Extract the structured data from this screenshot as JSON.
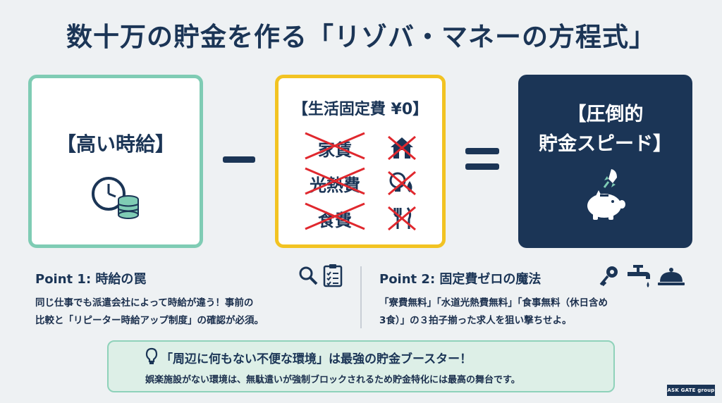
{
  "title": "数十万の貯金を作る「リゾバ・マネーの方程式」",
  "boxes": {
    "wage": "【高い時給】",
    "fixed": "【生活固定費 ¥0】",
    "speed_line1": "【圧倒的",
    "speed_line2": "貯金スピード】"
  },
  "fixed_costs": [
    {
      "label": "家賃",
      "icon": "house-icon"
    },
    {
      "label": "光熱費",
      "icon": "bulb-drop-icon"
    },
    {
      "label": "食費",
      "icon": "fork-knife-icon"
    }
  ],
  "point1": {
    "title": "Point 1: 時給の罠",
    "line1": "同じ仕事でも派遣会社によって時給が違う！事前の",
    "line2": "比較と「リピーター時給アップ制度」の確認が必須。"
  },
  "point2": {
    "title": "Point 2: 固定費ゼロの魔法",
    "line1": "「寮費無料」「水道光熱費無料」「食事無料（休日含め",
    "line2": "3食）」の３拍子揃った求人を狙い撃ちせよ。"
  },
  "tip": {
    "headline": "「周辺に何もない不便な環境」は最強の貯金ブースター！",
    "body": "娯楽施設がない環境は、無駄遣いが強制ブロックされるため貯金特化には最高の舞台です。"
  },
  "logo": "ASK GATE group",
  "colors": {
    "navy": "#1b3556",
    "mint": "#7fccb4",
    "yellow": "#f2c322",
    "red": "#e0282e"
  }
}
